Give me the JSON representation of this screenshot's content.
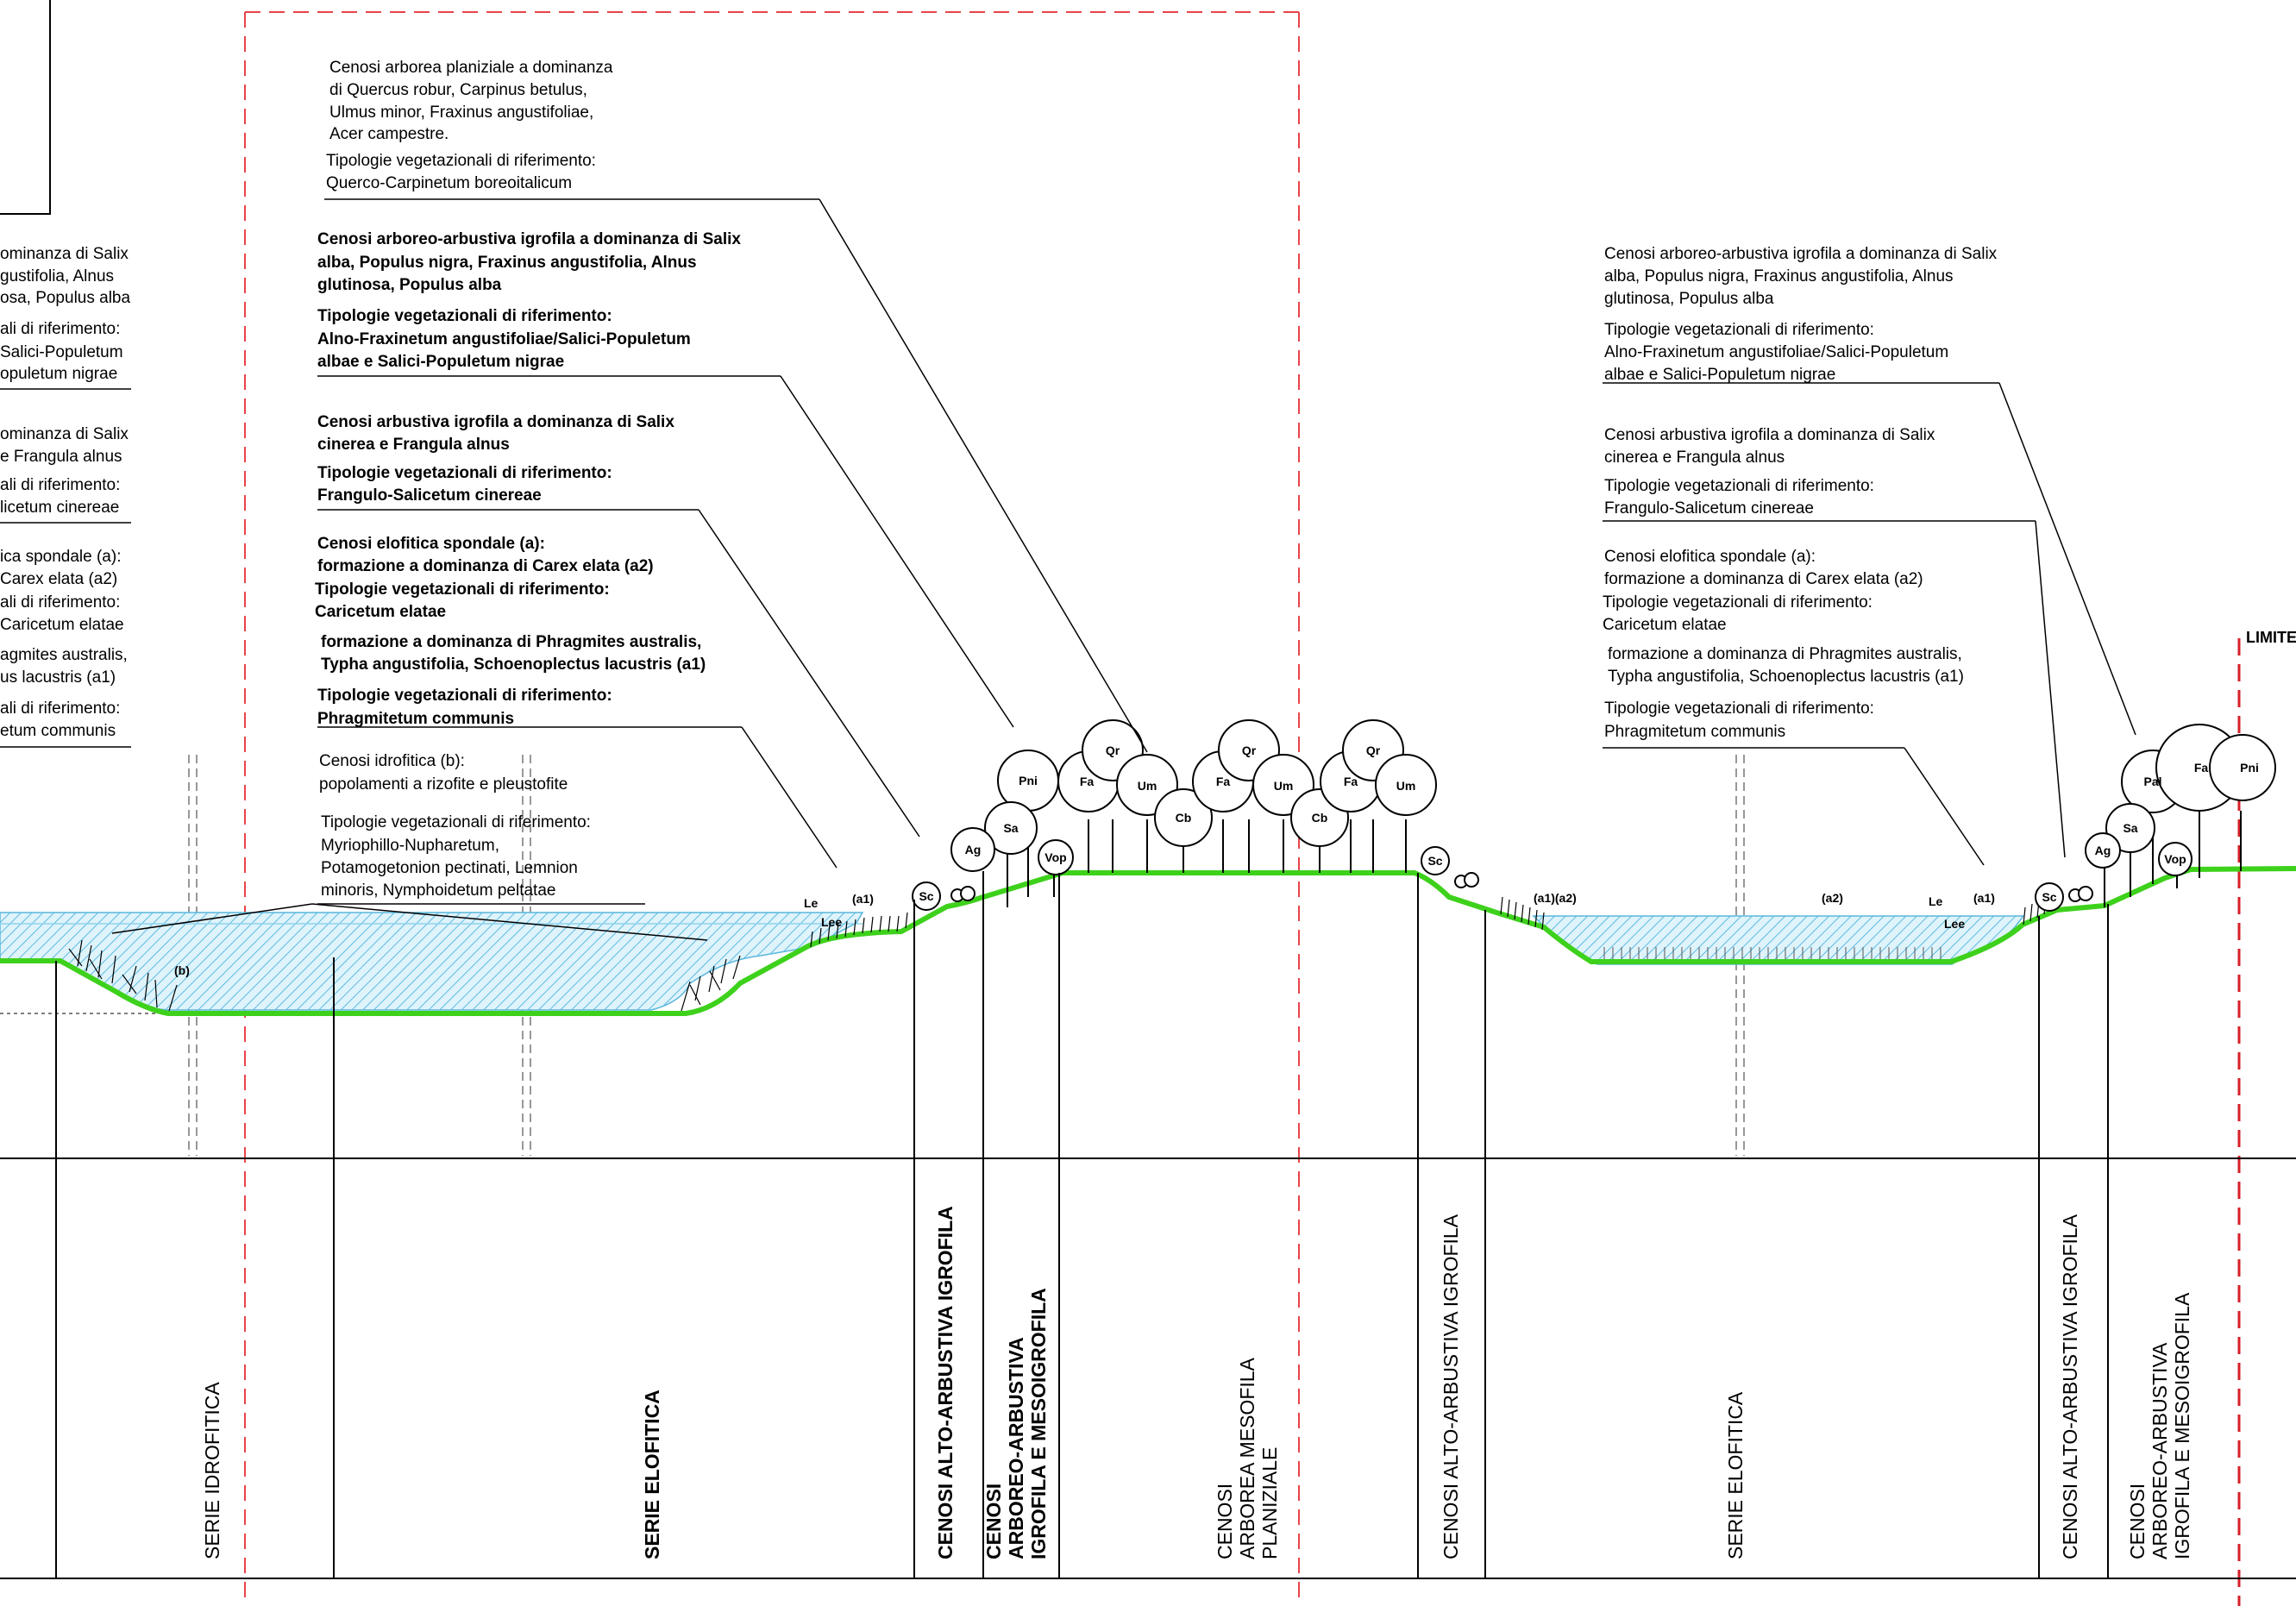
{
  "colors": {
    "ground": "#3ed11c",
    "water_fill": "#bfe7f5",
    "water_hatch": "#58b8e0",
    "boundary": "#e8434a",
    "line": "#000000"
  },
  "left_clipped_text": [
    "ominanza di Salix",
    "gustifolia, Alnus",
    "osa, Populus alba",
    "ali di riferimento:",
    "Salici-Populetum",
    "opuletum nigrae",
    "ominanza di Salix",
    "e Frangula alnus",
    "ali di riferimento:",
    "licetum cinereae",
    "ica spondale (a):",
    "Carex elata (a2)",
    "ali di riferimento:",
    "Caricetum elatae",
    "agmites australis,",
    "us lacustris (a1)",
    "ali di riferimento:",
    "etum communis"
  ],
  "annotations_mid": {
    "mesofila": [
      "Cenosi arborea planiziale a dominanza",
      "di Quercus robur, Carpinus betulus,",
      "Ulmus minor, Fraxinus angustifoliae,",
      "Acer campestre.",
      "Tipologie vegetazionali di riferimento:",
      "Querco-Carpinetum boreoitalicum"
    ],
    "igrofila_arborea": [
      "Cenosi arboreo-arbustiva igrofila a dominanza di Salix",
      "alba, Populus nigra, Fraxinus angustifolia, Alnus",
      "glutinosa, Populus alba",
      "Tipologie vegetazionali di riferimento:",
      "Alno-Fraxinetum angustifoliae/Salici-Populetum",
      "albae e Salici-Populetum nigrae"
    ],
    "arbustiva": [
      "Cenosi arbustiva igrofila a dominanza di Salix",
      "cinerea e Frangula alnus",
      "Tipologie vegetazionali di riferimento:",
      "Frangulo-Salicetum cinereae"
    ],
    "elofitica": [
      "Cenosi elofitica spondale (a):",
      "formazione a dominanza di Carex elata (a2)",
      "Tipologie vegetazionali di riferimento:",
      "Caricetum elatae",
      "formazione a dominanza di Phragmites australis,",
      "Typha angustifolia, Schoenoplectus lacustris (a1)",
      "Tipologie vegetazionali di riferimento:",
      "Phragmitetum communis"
    ],
    "idrofitica": [
      "Cenosi idrofitica (b):",
      "popolamenti a rizofite e pleustofite",
      "Tipologie vegetazionali di riferimento:",
      "Myriophillo-Nupharetum,",
      "Potamogetonion pectinati, Lemnion",
      "minoris, Nymphoidetum peltatae"
    ]
  },
  "annotations_right": {
    "igrofila_arborea": [
      "Cenosi arboreo-arbustiva igrofila a dominanza di Salix",
      "alba, Populus nigra, Fraxinus angustifolia, Alnus",
      "glutinosa, Populus alba",
      "Tipologie vegetazionali di riferimento:",
      "Alno-Fraxinetum angustifoliae/Salici-Populetum",
      "albae e Salici-Populetum nigrae"
    ],
    "arbustiva": [
      "Cenosi arbustiva igrofila a dominanza di Salix",
      "cinerea e Frangula alnus",
      "Tipologie vegetazionali di riferimento:",
      "Frangulo-Salicetum cinereae"
    ],
    "elofitica": [
      "Cenosi elofitica spondale (a):",
      "formazione a dominanza di Carex elata (a2)",
      "Tipologie vegetazionali di riferimento:",
      "Caricetum elatae",
      "formazione a dominanza di Phragmites australis,",
      "Typha angustifolia, Schoenoplectus lacustris (a1)",
      "Tipologie vegetazionali di riferimento:",
      "Phragmitetum communis"
    ]
  },
  "tree_labels": {
    "mid": [
      "Pni",
      "Sa",
      "Ag",
      "Vop",
      "Fa",
      "Qr",
      "Um",
      "Cb",
      "Fa",
      "Qr",
      "Um",
      "Cb",
      "Fa",
      "Qr",
      "Um",
      "Sc",
      "Sc"
    ],
    "right": [
      "Pal",
      "Fa",
      "Pni",
      "Sa",
      "Ag",
      "Vop",
      "Sc"
    ]
  },
  "plant_labels": {
    "b": "(b)",
    "a1": "(a1)",
    "a1a2": "(a1)(a2)",
    "a2": "(a2)",
    "le": "Le",
    "lee": "Lee"
  },
  "limit_label": "LIMITE I",
  "zones": {
    "serie_idrofitica": "SERIE IDROFITICA",
    "serie_elofitica_1": "SERIE ELOFITICA",
    "alto_arbustiva_1": "CENOSI ALTO-ARBUSTIVA IGROFILA",
    "arboreo_1": [
      "CENOSI",
      "ARBOREO-ARBUSTIVA",
      "IGROFILA E MESOIGROFILA"
    ],
    "mesofila": [
      "CENOSI",
      "ARBOREA MESOFILA",
      "PLANIZIALE"
    ],
    "alto_arbustiva_2": "CENOSI ALTO-ARBUSTIVA IGROFILA",
    "serie_elofitica_2": "SERIE ELOFITICA",
    "alto_arbustiva_3": "CENOSI ALTO-ARBUSTIVA IGROFILA",
    "arboreo_2": [
      "CENOSI",
      "ARBOREO-ARBUSTIVA",
      "IGROFILA E MESOIGROFILA"
    ]
  }
}
